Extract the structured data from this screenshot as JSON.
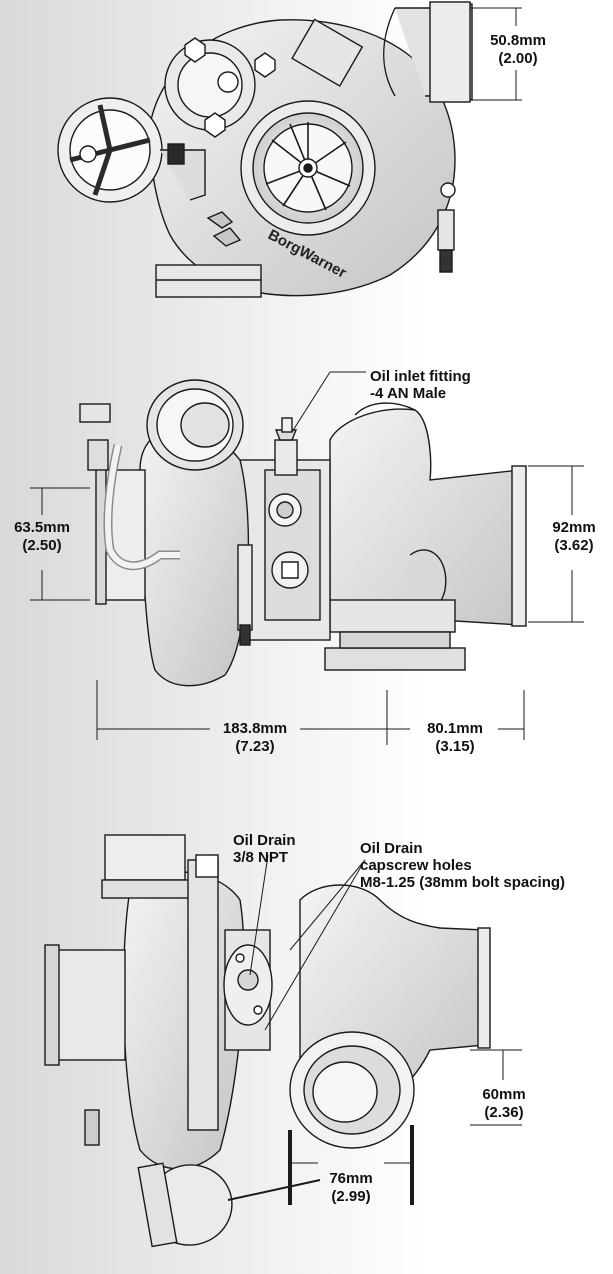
{
  "colors": {
    "line": "#1a1a1a",
    "part_fill_light": "#ffffff",
    "part_fill_mid": "#e4e4e4",
    "part_fill_dark": "#b9b9b9",
    "background_left": "#d9d9d9",
    "background_right": "#ffffff"
  },
  "top_view": {
    "brand_text": "BorgWarner",
    "outlet_dim": {
      "mm": "50.8mm",
      "in": "(2.00)"
    }
  },
  "side_view": {
    "oil_inlet": {
      "line1": "Oil inlet fitting",
      "line2": "-4 AN Male"
    },
    "inlet_dim": {
      "mm": "63.5mm",
      "in": "(2.50)"
    },
    "turbine_outlet_dim": {
      "mm": "92mm",
      "in": "(3.62)"
    },
    "overall_length_dim": {
      "mm": "183.8mm",
      "in": "(7.23)"
    },
    "outlet_offset_dim": {
      "mm": "80.1mm",
      "in": "(3.15)"
    }
  },
  "bottom_view": {
    "oil_drain": {
      "line1": "Oil Drain",
      "line2": "3/8 NPT"
    },
    "capscrew": {
      "line1": "Oil Drain",
      "line2": "capscrew holes",
      "line3": "M8-1.25 (38mm bolt spacing)"
    },
    "inlet_flange_dim": {
      "mm": "60mm",
      "in": "(2.36)"
    },
    "flange_width_dim": {
      "mm": "76mm",
      "in": "(2.99)"
    }
  }
}
